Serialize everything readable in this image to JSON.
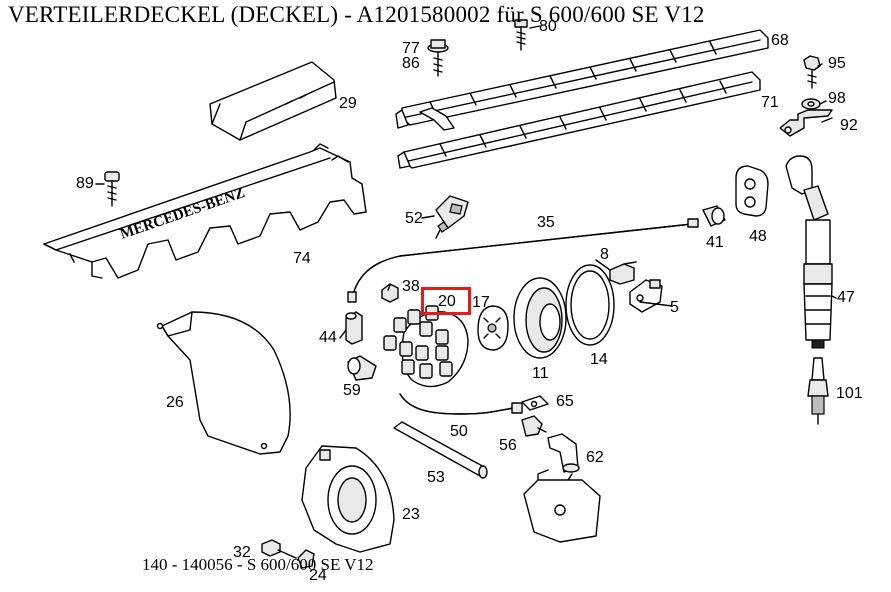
{
  "title": "VERTEILERDECKEL (DECKEL)  - A1201580002 für S 600/600 SE V12",
  "footer": "140 - 140056 - S 600/600 SE V12",
  "highlighted_part": "20",
  "emblem_text": "MERCEDES-BENZ",
  "colors": {
    "highlight": "#e21c1c",
    "ink": "#000000",
    "background": "#ffffff"
  },
  "labels": [
    {
      "id": "80",
      "text": "80"
    },
    {
      "id": "77",
      "text": "77"
    },
    {
      "id": "86",
      "text": "86"
    },
    {
      "id": "68",
      "text": "68"
    },
    {
      "id": "95",
      "text": "95"
    },
    {
      "id": "98",
      "text": "98"
    },
    {
      "id": "92",
      "text": "92"
    },
    {
      "id": "29",
      "text": "29"
    },
    {
      "id": "71",
      "text": "71"
    },
    {
      "id": "89",
      "text": "89"
    },
    {
      "id": "52",
      "text": "52"
    },
    {
      "id": "35",
      "text": "35"
    },
    {
      "id": "41",
      "text": "41"
    },
    {
      "id": "48",
      "text": "48"
    },
    {
      "id": "74",
      "text": "74"
    },
    {
      "id": "8",
      "text": "8"
    },
    {
      "id": "38",
      "text": "38"
    },
    {
      "id": "20",
      "text": "20"
    },
    {
      "id": "17",
      "text": "17"
    },
    {
      "id": "5",
      "text": "5"
    },
    {
      "id": "47",
      "text": "47"
    },
    {
      "id": "44",
      "text": "44"
    },
    {
      "id": "14",
      "text": "14"
    },
    {
      "id": "11",
      "text": "11"
    },
    {
      "id": "59",
      "text": "59"
    },
    {
      "id": "65",
      "text": "65"
    },
    {
      "id": "101",
      "text": "101"
    },
    {
      "id": "26",
      "text": "26"
    },
    {
      "id": "50",
      "text": "50"
    },
    {
      "id": "56",
      "text": "56"
    },
    {
      "id": "62",
      "text": "62"
    },
    {
      "id": "53",
      "text": "53"
    },
    {
      "id": "23",
      "text": "23"
    },
    {
      "id": "32",
      "text": "32"
    },
    {
      "id": "24",
      "text": "24"
    }
  ]
}
